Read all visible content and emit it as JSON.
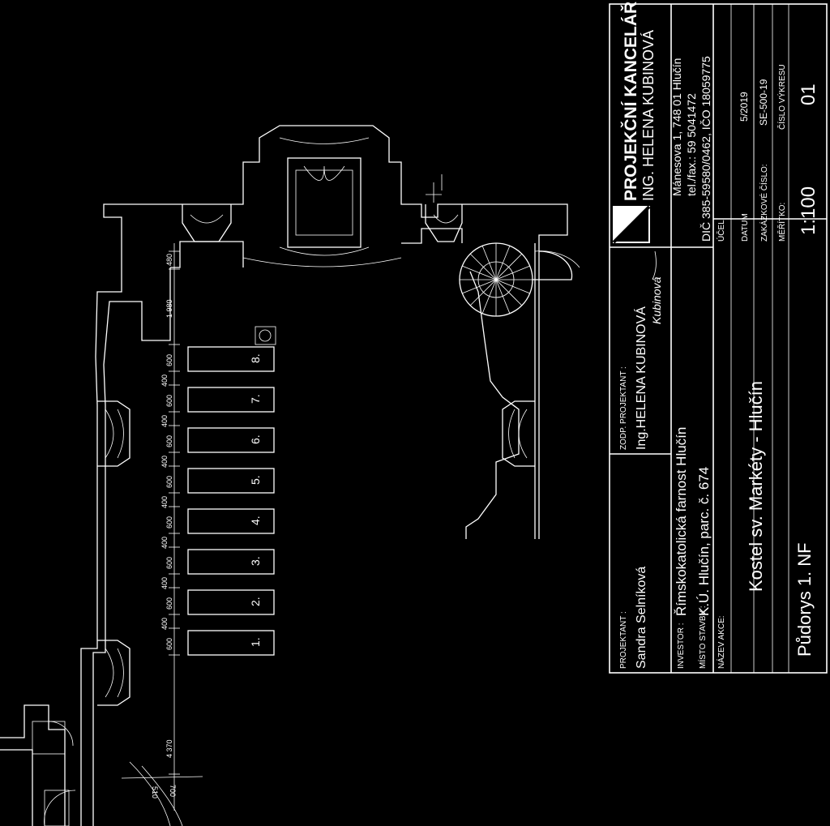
{
  "plan": {
    "dims": [
      "480",
      "1 980",
      "600",
      "400",
      "600",
      "400",
      "600",
      "400",
      "600",
      "400",
      "600",
      "400",
      "600",
      "400",
      "600",
      "400",
      "600",
      "4 370",
      "700",
      "510"
    ],
    "pews": [
      "1.",
      "2.",
      "3.",
      "4.",
      "5.",
      "6.",
      "7.",
      "8."
    ]
  },
  "title_block": {
    "office_name": "PROJEKČNÍ KANCELÁŘ",
    "office_owner": "ING. HELENA KUBINOVÁ",
    "address": "Mánesova 1, 748 01 Hlučín",
    "phone": "tel./fax.: 59 5041472",
    "ids": "DIČ 385-59580/0462, IČO 18059775",
    "designer_label": "ZODP. PROJEKTANT :",
    "designer_name": "Ing.HELENA KUBINOVÁ",
    "signature": "Kubinová",
    "projektant_label": "PROJEKTANT :",
    "projektant_name": "Sandra Selníková",
    "investor_label": "INVESTOR :",
    "investor_name": "Římskokatolická farnost Hlučín",
    "site_label": "MÍSTO STAVBY :",
    "site_name": "K.Ú. Hlučín, parc. č. 674",
    "action_label": "NÁZEV AKCE:",
    "action_name": "Kostel sv. Markéty - Hlučín",
    "drawing_name": "Půdorys 1. NF",
    "purpose_label": "ÚČEL",
    "date_label": "DATUM",
    "date_value": "5/2019",
    "order_label": "ZAKÁZKOVÉ ČÍSLO:",
    "order_value": "SE-500-19",
    "scale_label": "MĚŘÍTKO:",
    "scale_value": "1:100",
    "sheet_label": "ČÍSLO VÝKRESU",
    "sheet_value": "01"
  }
}
